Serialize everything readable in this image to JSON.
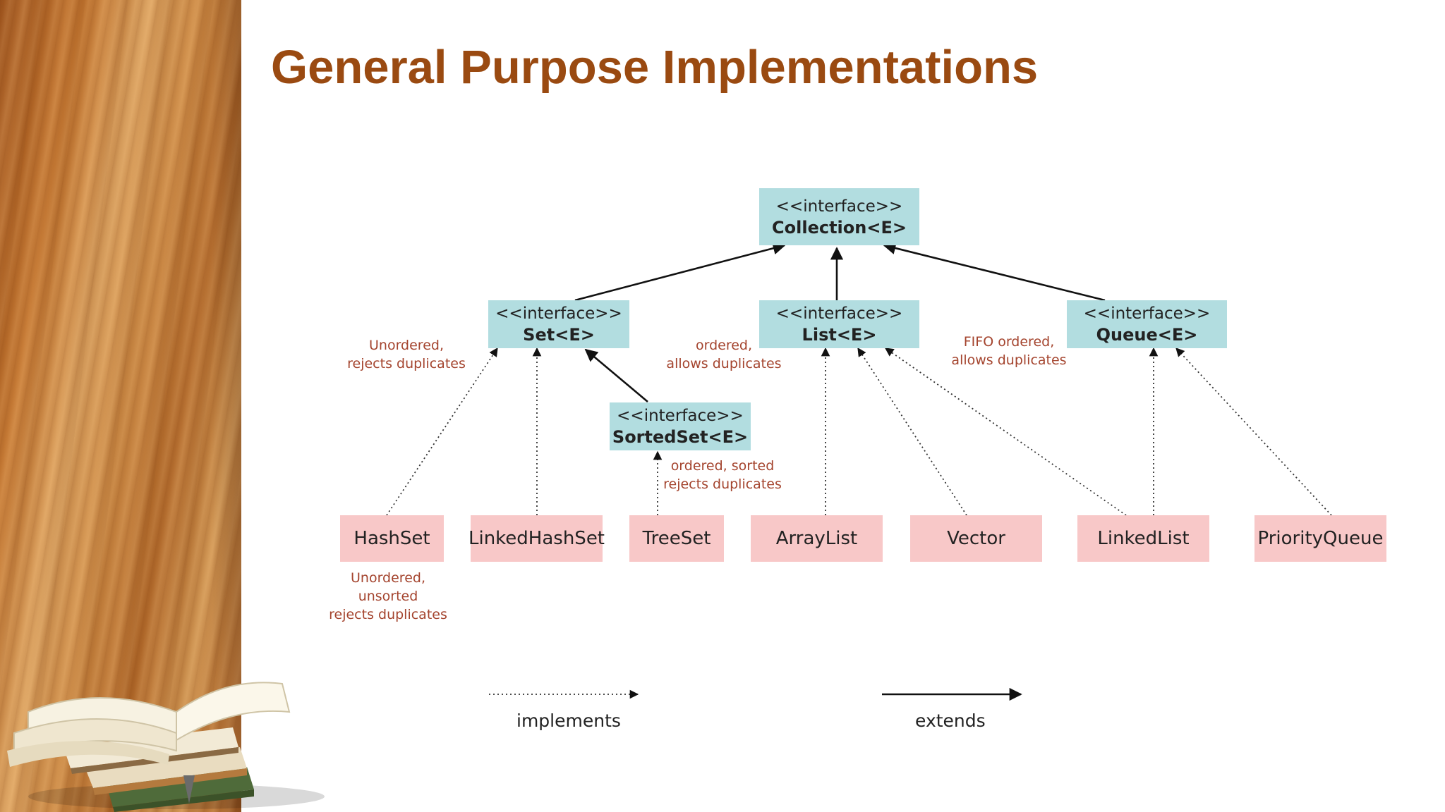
{
  "title": "General Purpose Implementations",
  "colors": {
    "title": "#9a4a11",
    "interface_fill": "#b2dde0",
    "class_fill": "#f8c8c8",
    "note_text": "#a4442e",
    "wood": "#c7772e"
  },
  "decor": {
    "books_icon": "stack-of-books-icon"
  },
  "interfaces": {
    "collection": {
      "stereotype": "<<interface>>",
      "name": "Collection<E>"
    },
    "set": {
      "stereotype": "<<interface>>",
      "name": "Set<E>"
    },
    "list": {
      "stereotype": "<<interface>>",
      "name": "List<E>"
    },
    "queue": {
      "stereotype": "<<interface>>",
      "name": "Queue<E>"
    },
    "sortedset": {
      "stereotype": "<<interface>>",
      "name": "SortedSet<E>"
    }
  },
  "classes": {
    "hashset": "HashSet",
    "linkedhashset": "LinkedHashSet",
    "treeset": "TreeSet",
    "arraylist": "ArrayList",
    "vector": "Vector",
    "linkedlist": "LinkedList",
    "priorityqueue": "PriorityQueue"
  },
  "notes": {
    "set": [
      "Unordered,",
      "rejects duplicates"
    ],
    "list": [
      "ordered,",
      "allows duplicates"
    ],
    "queue": [
      "FIFO ordered,",
      "allows duplicates"
    ],
    "sortedset": [
      "ordered, sorted",
      "rejects duplicates"
    ],
    "hashset": [
      "Unordered,",
      "unsorted",
      "rejects duplicates"
    ]
  },
  "legend": {
    "implements": "implements",
    "extends": "extends"
  }
}
